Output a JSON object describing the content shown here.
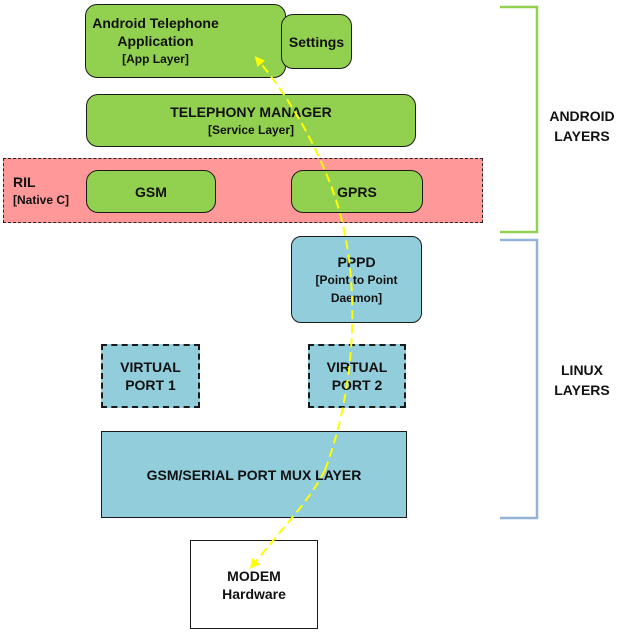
{
  "boxes": {
    "app": {
      "title_1": "Android Telephone",
      "title_2": "Application",
      "sub": "[App Layer]"
    },
    "settings": {
      "label": "Settings"
    },
    "telephony": {
      "title": "TELEPHONY MANAGER",
      "sub": "[Service Layer]"
    },
    "ril": {
      "title": "RIL",
      "sub": "[Native C]"
    },
    "gsm": {
      "label": "GSM"
    },
    "gprs": {
      "label": "GPRS"
    },
    "pppd": {
      "title": "PPPD",
      "sub_1": "[Point to Point",
      "sub_2": "Daemon]"
    },
    "vport1": {
      "line_1": "VIRTUAL",
      "line_2": "PORT 1"
    },
    "vport2": {
      "line_1": "VIRTUAL",
      "line_2": "PORT 2"
    },
    "mux": {
      "label": "GSM/SERIAL PORT MUX LAYER"
    },
    "modem": {
      "line_1": "MODEM",
      "line_2": "Hardware"
    }
  },
  "layers": {
    "android": {
      "line_1": "ANDROID",
      "line_2": "LAYERS",
      "color": "#92d050"
    },
    "linux": {
      "line_1": "LINUX",
      "line_2": "LAYERS",
      "color": "#95b3d7"
    }
  },
  "colors": {
    "android_box": "#92d050",
    "linux_box": "#92cddc",
    "ril_band": "#ff9999",
    "data_path": "#ffff00"
  }
}
